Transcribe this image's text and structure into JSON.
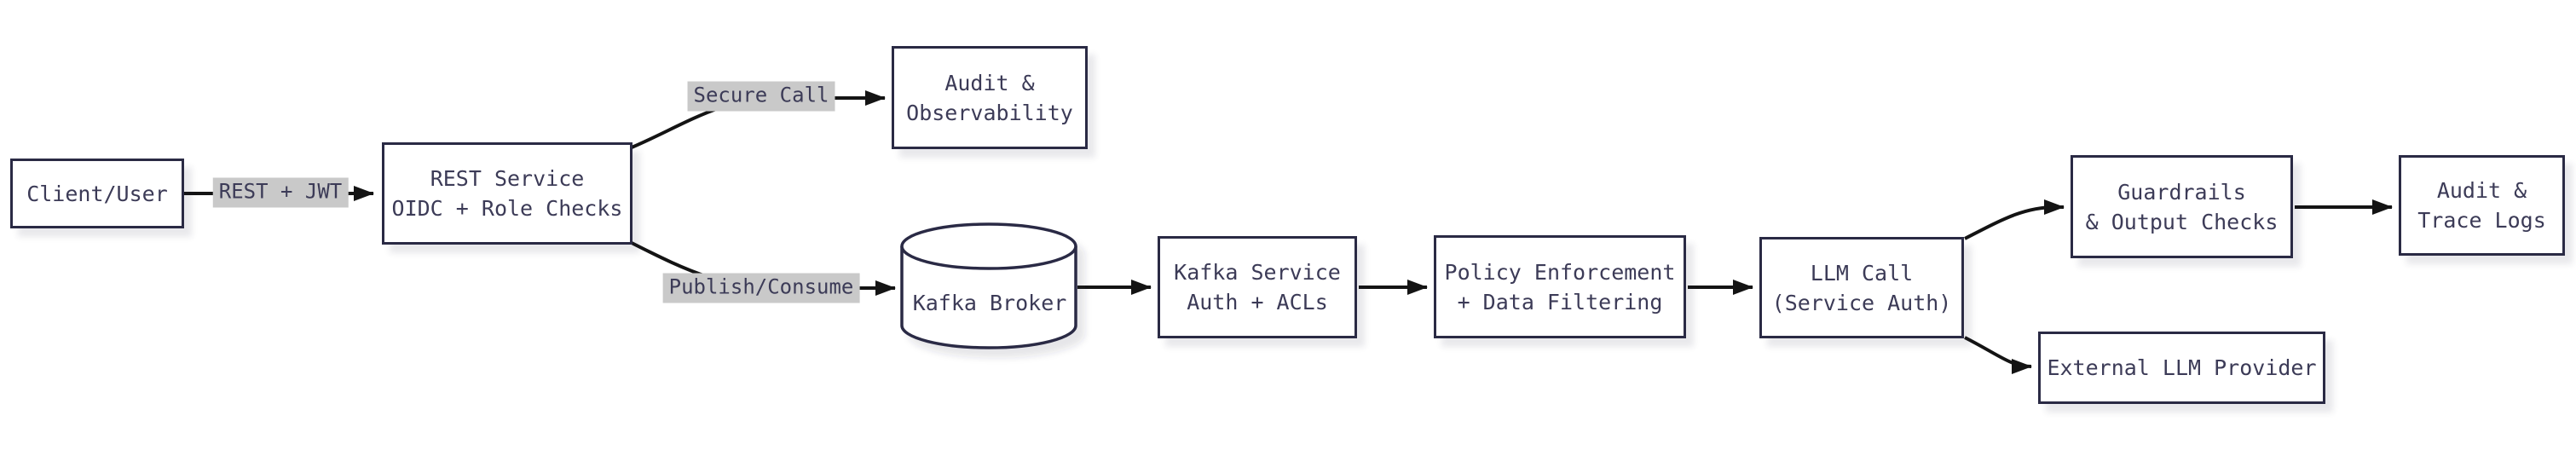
{
  "diagram": {
    "type": "flowchart",
    "direction": "left-to-right",
    "nodes": {
      "client": {
        "shape": "rect",
        "lines": [
          "Client/User"
        ]
      },
      "rest": {
        "shape": "rect",
        "lines": [
          "REST Service",
          "OIDC + Role Checks"
        ]
      },
      "audit_obs": {
        "shape": "rect",
        "lines": [
          "Audit &",
          "Observability"
        ]
      },
      "kafka_broker": {
        "shape": "cylinder",
        "lines": [
          "Kafka Broker"
        ]
      },
      "kafka_service": {
        "shape": "rect",
        "lines": [
          "Kafka Service",
          "Auth + ACLs"
        ]
      },
      "policy": {
        "shape": "rect",
        "lines": [
          "Policy Enforcement",
          "+ Data Filtering"
        ]
      },
      "llm": {
        "shape": "rect",
        "lines": [
          "LLM Call",
          "(Service Auth)"
        ]
      },
      "guardrails": {
        "shape": "rect",
        "lines": [
          "Guardrails",
          "& Output Checks"
        ]
      },
      "audit_trace": {
        "shape": "rect",
        "lines": [
          "Audit &",
          "Trace Logs"
        ]
      },
      "external_llm": {
        "shape": "rect",
        "lines": [
          "External LLM Provider"
        ]
      }
    },
    "edges": [
      {
        "from": "client",
        "to": "rest",
        "label": "REST + JWT"
      },
      {
        "from": "rest",
        "to": "audit_obs",
        "label": "Secure Call"
      },
      {
        "from": "rest",
        "to": "kafka_broker",
        "label": "Publish/Consume"
      },
      {
        "from": "kafka_broker",
        "to": "kafka_service",
        "label": ""
      },
      {
        "from": "kafka_service",
        "to": "policy",
        "label": ""
      },
      {
        "from": "policy",
        "to": "llm",
        "label": ""
      },
      {
        "from": "llm",
        "to": "guardrails",
        "label": ""
      },
      {
        "from": "llm",
        "to": "external_llm",
        "label": ""
      },
      {
        "from": "guardrails",
        "to": "audit_trace",
        "label": ""
      }
    ],
    "colors": {
      "background": "#ffffff",
      "node_fill": "#ffffff",
      "node_border": "#2a2a44",
      "node_text": "#3c3b57",
      "edge_line": "#141414",
      "edge_label_bg": "#c9c9c9"
    }
  }
}
